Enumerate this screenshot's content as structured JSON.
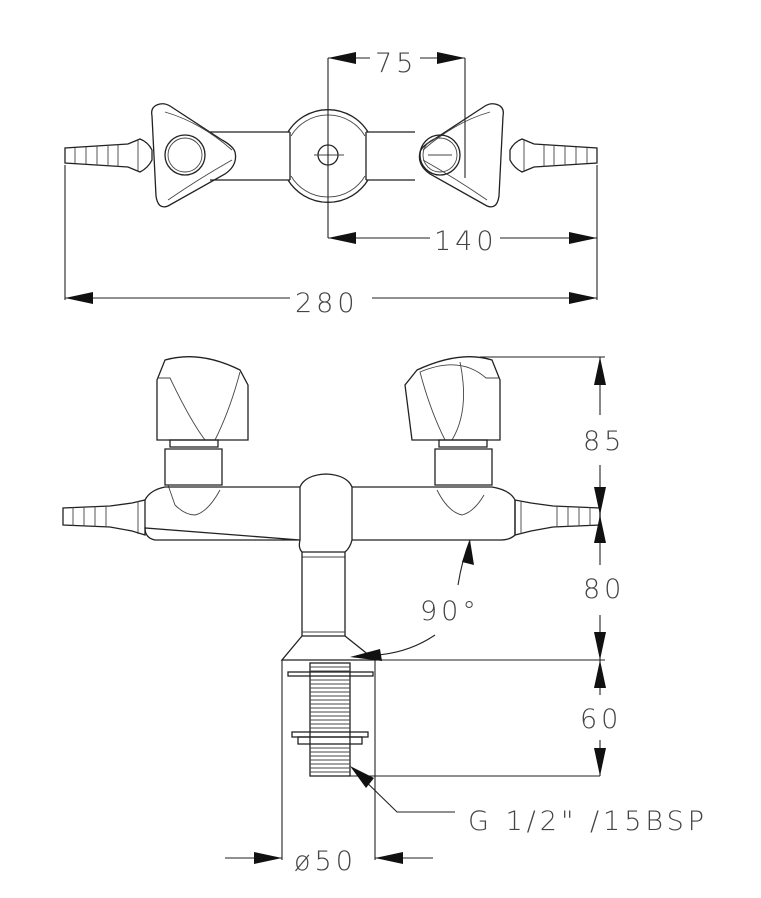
{
  "drawing": {
    "dimensions": {
      "knob_spacing_top": "75",
      "half_width": "140",
      "overall_width": "280",
      "knob_height": "85",
      "outlet_height": "80",
      "thread_length": "60",
      "angle": "90°",
      "thread_spec": "G 1/2\" /15BSP",
      "flange_diameter": "ø50"
    }
  }
}
